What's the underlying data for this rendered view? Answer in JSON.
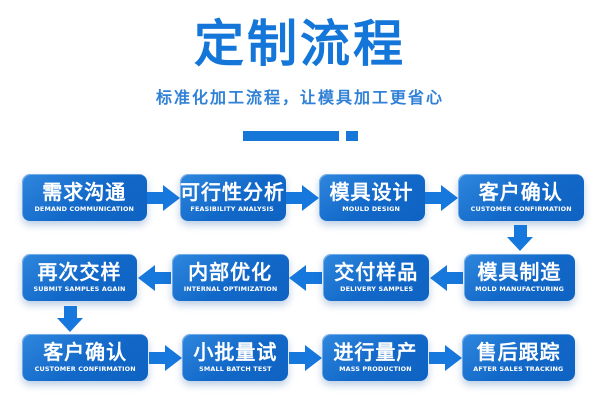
{
  "header": {
    "title": "定制流程",
    "subtitle": "标准化加工流程，让模具加工更省心"
  },
  "decor": {
    "underline": "title-underline-bar-and-dot"
  },
  "colors": {
    "title_blue": "#1476d8",
    "subtitle_blue": "#3181d6",
    "arrow_blue": "#1677dd",
    "box_gradient_start": "#2f87de",
    "box_gradient_end": "#0e62c2",
    "box_text": "#ffffff",
    "background": "#ffffff"
  },
  "flow": {
    "rows": [
      {
        "direction": "right",
        "steps": [
          {
            "zh": "需求沟通",
            "en": "DEMAND COMMUNICATION"
          },
          {
            "zh": "可行性分析",
            "en": "FEASIBILITY ANALYSIS"
          },
          {
            "zh": "模具设计",
            "en": "MOULD DESIGN"
          },
          {
            "zh": "客户确认",
            "en": "CUSTOMER CONFIRMATION"
          }
        ]
      },
      {
        "direction": "left",
        "steps": [
          {
            "zh": "再次交样",
            "en": "SUBMIT SAMPLES AGAIN"
          },
          {
            "zh": "内部优化",
            "en": "INTERNAL OPTIMIZATION"
          },
          {
            "zh": "交付样品",
            "en": "DELIVERY SAMPLES"
          },
          {
            "zh": "模具制造",
            "en": "MOLD MANUFACTURING"
          }
        ]
      },
      {
        "direction": "right",
        "steps": [
          {
            "zh": "客户确认",
            "en": "CUSTOMER CONFIRMATION"
          },
          {
            "zh": "小批量试",
            "en": "SMALL BATCH TEST"
          },
          {
            "zh": "进行量产",
            "en": "MASS PRODUCTION"
          },
          {
            "zh": "售后跟踪",
            "en": "AFTER SALES TRACKING"
          }
        ]
      }
    ],
    "connectors": [
      {
        "from": "客户确认",
        "to": "模具制造",
        "direction": "down",
        "side": "right"
      },
      {
        "from": "再次交样",
        "to": "客户确认",
        "direction": "down",
        "side": "left"
      }
    ]
  }
}
